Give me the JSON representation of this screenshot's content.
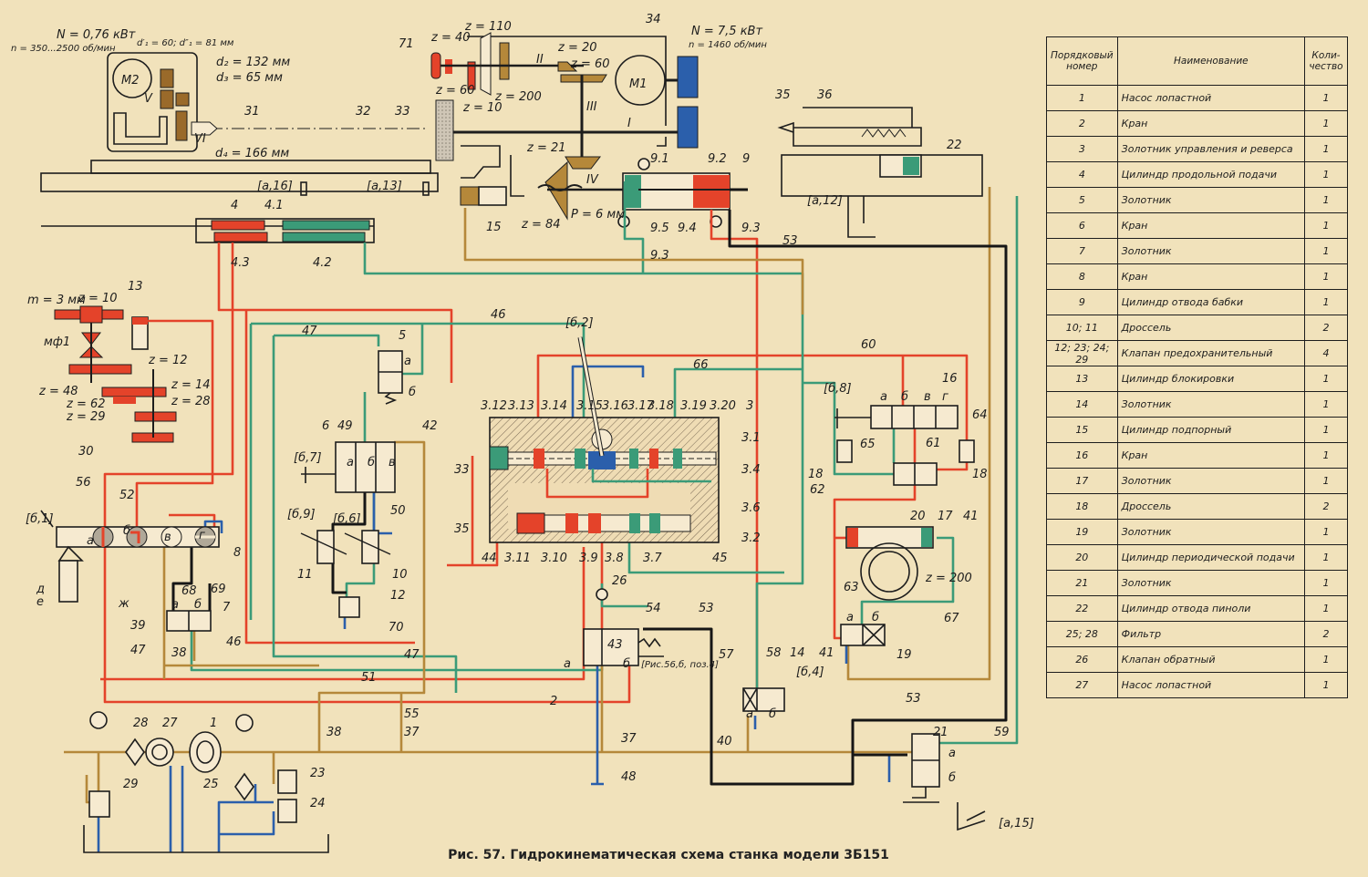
{
  "caption": "Рис. 57. Гидрокинематическая схема станка модели 3Б151",
  "colors": {
    "pressure_red": "#e4432a",
    "green": "#3b9b78",
    "ochre": "#b5883a",
    "drain_blue": "#2b5fab",
    "black": "#161616",
    "paper": "#f1e2bb"
  },
  "table": {
    "headers": [
      "Порядковый номер",
      "Наименование",
      "Коли-чество"
    ],
    "rows": [
      [
        "1",
        "Насос лопастной",
        "1"
      ],
      [
        "2",
        "Кран",
        "1"
      ],
      [
        "3",
        "Золотник управления и реверса",
        "1"
      ],
      [
        "4",
        "Цилиндр продольной подачи",
        "1"
      ],
      [
        "5",
        "Золотник",
        "1"
      ],
      [
        "6",
        "Кран",
        "1"
      ],
      [
        "7",
        "Золотник",
        "1"
      ],
      [
        "8",
        "Кран",
        "1"
      ],
      [
        "9",
        "Цилиндр отвода бабки",
        "1"
      ],
      [
        "10; 11",
        "Дроссель",
        "2"
      ],
      [
        "12; 23; 24; 29",
        "Клапан предохранительный",
        "4"
      ],
      [
        "13",
        "Цилиндр блокировки",
        "1"
      ],
      [
        "14",
        "Золотник",
        "1"
      ],
      [
        "15",
        "Цилиндр подпорный",
        "1"
      ],
      [
        "16",
        "Кран",
        "1"
      ],
      [
        "17",
        "Золотник",
        "1"
      ],
      [
        "18",
        "Дроссель",
        "2"
      ],
      [
        "19",
        "Золотник",
        "1"
      ],
      [
        "20",
        "Цилиндр периодической подачи",
        "1"
      ],
      [
        "21",
        "Золотник",
        "1"
      ],
      [
        "22",
        "Цилиндр отвода пиноли",
        "1"
      ],
      [
        "25; 28",
        "Фильтр",
        "2"
      ],
      [
        "26",
        "Клапан обратный",
        "1"
      ],
      [
        "27",
        "Насос лопастной",
        "1"
      ]
    ]
  },
  "callouts": [
    "N = 0,76 кВт",
    "n = 350...2500 об/мин",
    "M2",
    "d′₁ = 60; d″₁ = 81 мм",
    "d₂ = 132 мм",
    "d₃ = 65 мм",
    "V",
    "31",
    "VI",
    "d₄ = 166 мм",
    "32",
    "33",
    "[а,16]",
    "[а,13]",
    "4",
    "4.1",
    "4.3",
    "4.2",
    "71",
    "z = 40",
    "z = 110",
    "z = 60",
    "z = 10",
    "z = 200",
    "II",
    "z = 20",
    "z = 60",
    "34",
    "N = 7,5 кВт",
    "n = 1460 об/мин",
    "M1",
    "III",
    "I",
    "z = 21",
    "IV",
    "z = 84",
    "P = 6 мм",
    "15",
    "9.1",
    "9.2",
    "9",
    "9.5",
    "9.4",
    "9.3",
    "9.3",
    "53",
    "35",
    "36",
    "22",
    "[а,12]",
    "m = 3 мм",
    "z = 10",
    "13",
    "мф1",
    "z = 12",
    "z = 48",
    "z = 14",
    "z = 28",
    "z = 62",
    "z = 29",
    "30",
    "56",
    "52",
    "[б,1]",
    "а",
    "б",
    "в",
    "г",
    "8",
    "д",
    "е",
    "ж",
    "68",
    "69",
    "а",
    "б",
    "7",
    "39",
    "47",
    "38",
    "46",
    "47",
    "5",
    "а",
    "б",
    "46",
    "6",
    "49",
    "42",
    "[б,7]",
    "а",
    "б",
    "в",
    "50",
    "[б,9]",
    "[б,6]",
    "11",
    "10",
    "12",
    "70",
    "47",
    "51",
    "55",
    "38",
    "37",
    "[б,2]",
    "66",
    "60",
    "3.12",
    "3.13",
    "3.14",
    "3.15",
    "3.16",
    "3.17",
    "3.18",
    "3.19",
    "3.20",
    "3",
    "3.1",
    "3.4",
    "3.6",
    "3.2",
    "33",
    "35",
    "44",
    "3.11",
    "3.10",
    "3.9",
    "3.8",
    "3.7",
    "45",
    "26",
    "54",
    "53",
    "43",
    "а",
    "б",
    "[Рис.56,б, поз.4]",
    "2",
    "37",
    "48",
    "[б,8]",
    "а",
    "б",
    "в",
    "г",
    "16",
    "64",
    "65",
    "61",
    "18",
    "18",
    "62",
    "20",
    "17",
    "41",
    "z = 200",
    "63",
    "67",
    "а",
    "б",
    "19",
    "57",
    "58",
    "14",
    "[б,4]",
    "41",
    "53",
    "40",
    "а",
    "б",
    "28",
    "27",
    "1",
    "23",
    "25",
    "24",
    "29",
    "21",
    "а",
    "б",
    "59",
    "[а,15]"
  ]
}
